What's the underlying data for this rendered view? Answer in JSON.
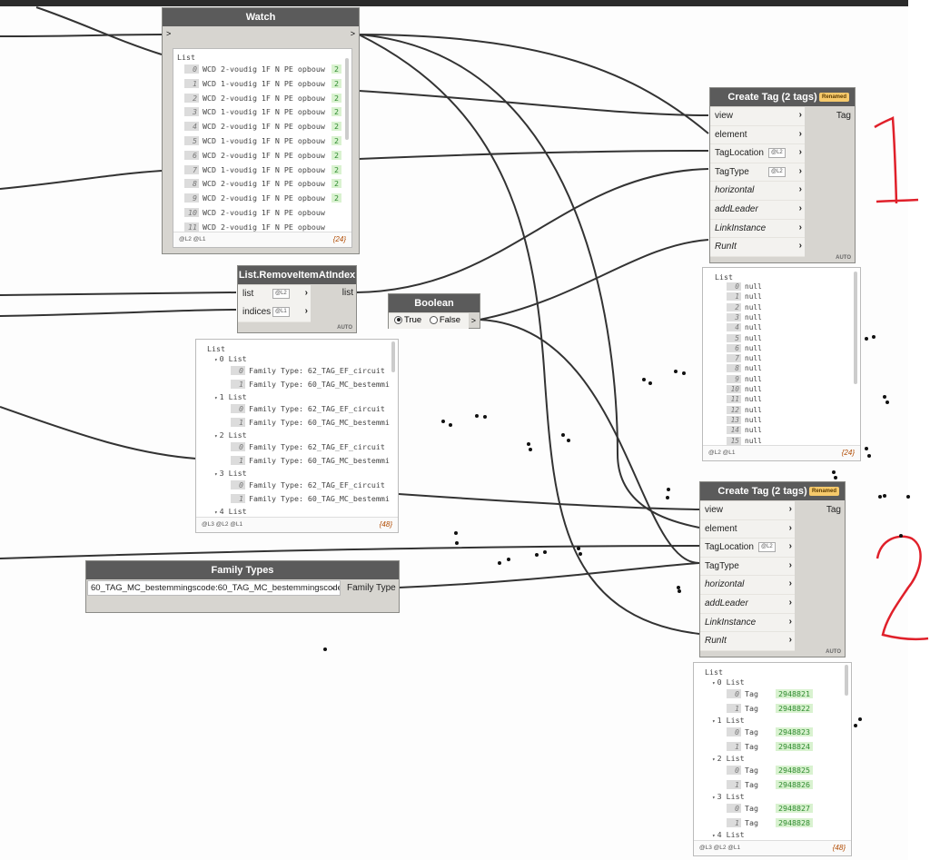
{
  "watch": {
    "title": "Watch",
    "in_port": ">",
    "out_port": ">",
    "list_header": "List",
    "items": [
      {
        "i": "0",
        "text": "WCD 2-voudig 1F N PE opbouw",
        "tag": "2"
      },
      {
        "i": "1",
        "text": "WCD 1-voudig 1F N PE opbouw",
        "tag": "2"
      },
      {
        "i": "2",
        "text": "WCD 2-voudig 1F N PE opbouw",
        "tag": "2"
      },
      {
        "i": "3",
        "text": "WCD 1-voudig 1F N PE opbouw",
        "tag": "2"
      },
      {
        "i": "4",
        "text": "WCD 2-voudig 1F N PE opbouw",
        "tag": "2"
      },
      {
        "i": "5",
        "text": "WCD 1-voudig 1F N PE opbouw",
        "tag": "2"
      },
      {
        "i": "6",
        "text": "WCD 2-voudig 1F N PE opbouw",
        "tag": "2"
      },
      {
        "i": "7",
        "text": "WCD 1-voudig 1F N PE opbouw",
        "tag": "2"
      },
      {
        "i": "8",
        "text": "WCD 2-voudig 1F N PE opbouw",
        "tag": "2"
      },
      {
        "i": "9",
        "text": "WCD 2-voudig 1F N PE opbouw",
        "tag": "2"
      },
      {
        "i": "10",
        "text": "WCD 2-voudig 1F N PE opbouw",
        "tag": ""
      },
      {
        "i": "11",
        "text": "WCD 2-voudig 1F N PE opbouw",
        "tag": ""
      }
    ],
    "levels": "@L2 @L1",
    "count": "{24}"
  },
  "create_tag_1": {
    "title": "Create Tag (2 tags)",
    "badge": "Renamed",
    "inputs": [
      "view",
      "element",
      "TagLocation",
      "TagType",
      "horizontal",
      "addLeader",
      "LinkInstance",
      "RunIt"
    ],
    "italic_inputs": [
      4,
      5,
      6,
      7
    ],
    "lacing": {
      "TagLocation": "@L2",
      "TagType": "@L2"
    },
    "output": "Tag",
    "auto": "AUTO"
  },
  "null_watch": {
    "list_header": "List",
    "items": [
      {
        "i": "0",
        "v": "null"
      },
      {
        "i": "1",
        "v": "null"
      },
      {
        "i": "2",
        "v": "null"
      },
      {
        "i": "3",
        "v": "null"
      },
      {
        "i": "4",
        "v": "null"
      },
      {
        "i": "5",
        "v": "null"
      },
      {
        "i": "6",
        "v": "null"
      },
      {
        "i": "7",
        "v": "null"
      },
      {
        "i": "8",
        "v": "null"
      },
      {
        "i": "9",
        "v": "null"
      },
      {
        "i": "10",
        "v": "null"
      },
      {
        "i": "11",
        "v": "null"
      },
      {
        "i": "12",
        "v": "null"
      },
      {
        "i": "13",
        "v": "null"
      },
      {
        "i": "14",
        "v": "null"
      },
      {
        "i": "15",
        "v": "null"
      }
    ],
    "levels": "@L2 @L1",
    "count": "{24}"
  },
  "remove_item": {
    "title": "List.RemoveItemAtIndex",
    "inputs": [
      "list",
      "indices"
    ],
    "lacing": [
      "@L2",
      "@L1"
    ],
    "output": "list",
    "auto": "AUTO"
  },
  "boolean": {
    "title": "Boolean",
    "true_label": "True",
    "false_label": "False",
    "selected": "True",
    "out_port": ">"
  },
  "family_watch": {
    "list_header": "List",
    "groups": [
      {
        "label": "0 List",
        "items": [
          {
            "i": "0",
            "text": "Family Type: 62_TAG_EF_circuit"
          },
          {
            "i": "1",
            "text": "Family Type: 60_TAG_MC_bestemmi"
          }
        ]
      },
      {
        "label": "1 List",
        "items": [
          {
            "i": "0",
            "text": "Family Type: 62_TAG_EF_circuit"
          },
          {
            "i": "1",
            "text": "Family Type: 60_TAG_MC_bestemmi"
          }
        ]
      },
      {
        "label": "2 List",
        "items": [
          {
            "i": "0",
            "text": "Family Type: 62_TAG_EF_circuit"
          },
          {
            "i": "1",
            "text": "Family Type: 60_TAG_MC_bestemmi"
          }
        ]
      },
      {
        "label": "3 List",
        "items": [
          {
            "i": "0",
            "text": "Family Type: 62_TAG_EF_circuit"
          },
          {
            "i": "1",
            "text": "Family Type: 60_TAG_MC_bestemmi"
          }
        ]
      },
      {
        "label": "4 List",
        "items": []
      }
    ],
    "levels": "@L3 @L2 @L1",
    "count": "{48}"
  },
  "create_tag_2": {
    "title": "Create Tag (2 tags)",
    "badge": "Renamed",
    "inputs": [
      "view",
      "element",
      "TagLocation",
      "TagType",
      "horizontal",
      "addLeader",
      "LinkInstance",
      "RunIt"
    ],
    "italic_inputs": [
      4,
      5,
      6,
      7
    ],
    "lacing": {
      "TagLocation": "@L2"
    },
    "output": "Tag",
    "auto": "AUTO"
  },
  "family_types": {
    "title": "Family Types",
    "selected": "60_TAG_MC_bestemmingscode:60_TAG_MC_bestemmingscode",
    "output": "Family Type"
  },
  "tag_watch": {
    "list_header": "List",
    "groups": [
      {
        "label": "0 List",
        "items": [
          {
            "i": "0",
            "k": "Tag",
            "v": "2948821"
          },
          {
            "i": "1",
            "k": "Tag",
            "v": "2948822"
          }
        ]
      },
      {
        "label": "1 List",
        "items": [
          {
            "i": "0",
            "k": "Tag",
            "v": "2948823"
          },
          {
            "i": "1",
            "k": "Tag",
            "v": "2948824"
          }
        ]
      },
      {
        "label": "2 List",
        "items": [
          {
            "i": "0",
            "k": "Tag",
            "v": "2948825"
          },
          {
            "i": "1",
            "k": "Tag",
            "v": "2948826"
          }
        ]
      },
      {
        "label": "3 List",
        "items": [
          {
            "i": "0",
            "k": "Tag",
            "v": "2948827"
          },
          {
            "i": "1",
            "k": "Tag",
            "v": "2948828"
          }
        ]
      },
      {
        "label": "4 List",
        "items": []
      }
    ],
    "levels": "@L3 @L2 @L1",
    "count": "{48}"
  },
  "annotations": {
    "mark_1": "1",
    "mark_2": "2"
  },
  "colors": {
    "node_title": "#5b5b5b",
    "node_body": "#d7d5d0",
    "wire": "#333333",
    "annotation": "#e0202a",
    "value_green": "#d9f2d0"
  }
}
